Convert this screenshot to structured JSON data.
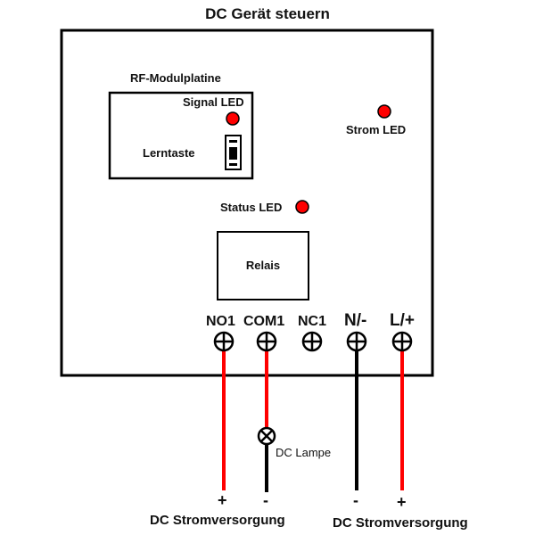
{
  "title": "DC Gerät steuern",
  "rf_module": {
    "label": "RF-Modulplatine",
    "signal_led_label": "Signal LED",
    "learn_button_label": "Lerntaste"
  },
  "power_led_label": "Strom LED",
  "status_led_label": "Status LED",
  "relay_label": "Relais",
  "terminals": [
    {
      "label": "NO1",
      "wire_color": "#ff0000"
    },
    {
      "label": "COM1",
      "wire_color": "#ff0000"
    },
    {
      "label": "NC1",
      "wire_color": null
    },
    {
      "label": "N/-",
      "wire_color": "#000000"
    },
    {
      "label": "L/+",
      "wire_color": "#ff0000"
    }
  ],
  "lamp_label": "DC Lampe",
  "supplies": [
    {
      "label": "DC Stromversorgung",
      "plus": "+",
      "minus": "-"
    },
    {
      "label": "DC Stromversorgung",
      "minus": "-",
      "plus": "+"
    }
  ],
  "colors": {
    "led": "#ff0000",
    "positive_wire": "#ff0000",
    "negative_wire": "#000000"
  }
}
